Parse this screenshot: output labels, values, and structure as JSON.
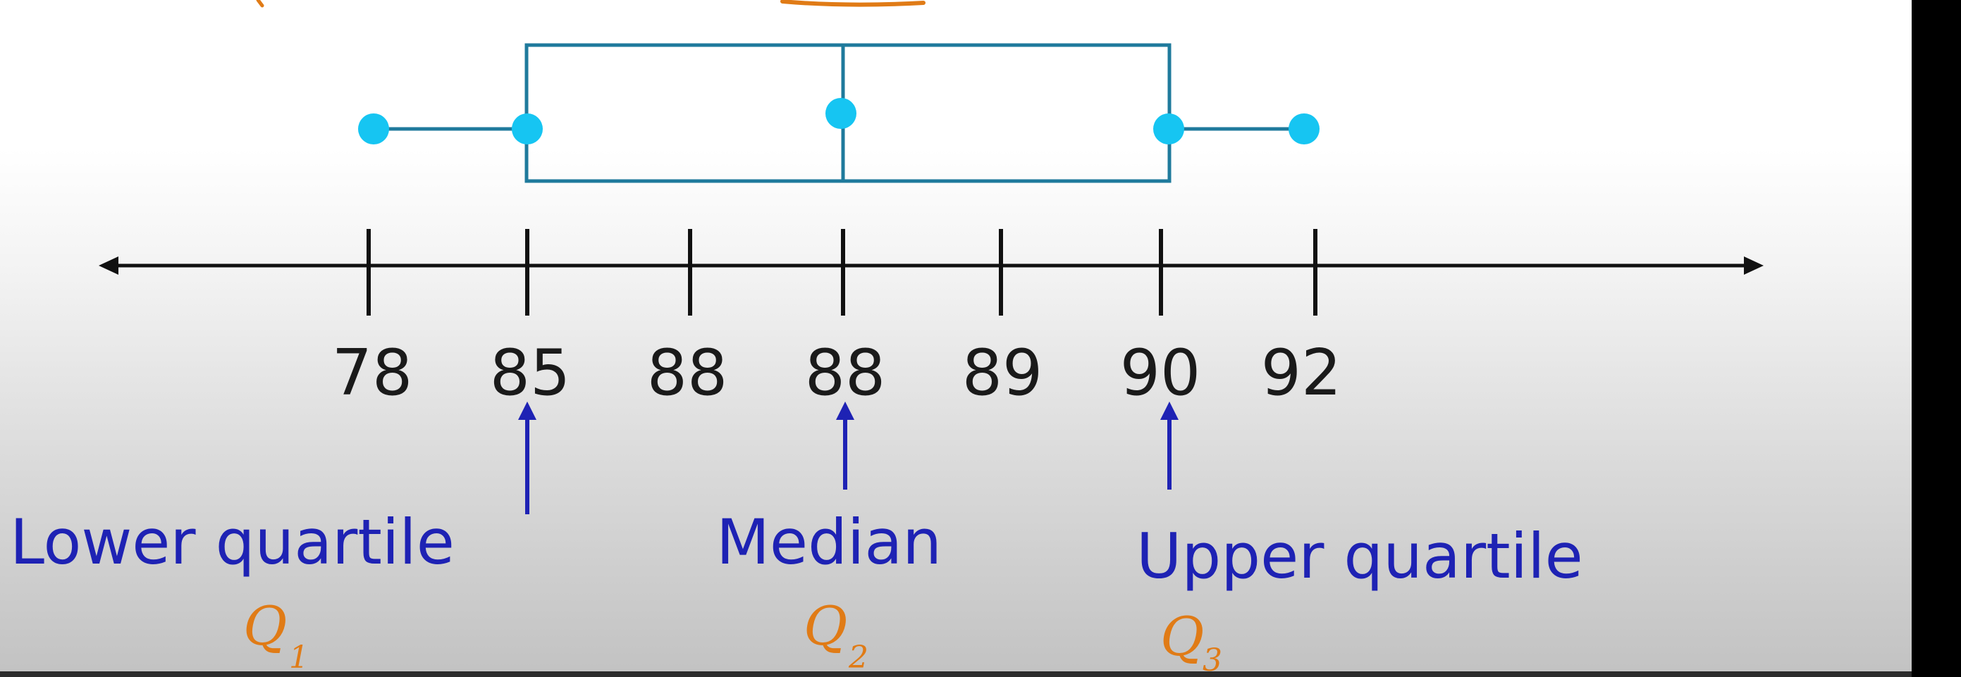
{
  "number_line": {
    "tick_labels": [
      "78",
      "85",
      "88",
      "88",
      "89",
      "90",
      "92"
    ]
  },
  "box_plot": {
    "minimum": 78,
    "lower_quartile": 85,
    "median": 88,
    "upper_quartile": 90,
    "maximum": 92
  },
  "labels": {
    "lower_quartile": "Lower quartile",
    "median": "Median",
    "upper_quartile": "Upper quartile"
  },
  "annotations": {
    "q1": {
      "letter": "Q",
      "sub": "1"
    },
    "q2": {
      "letter": "Q",
      "sub": "2"
    },
    "q3": {
      "letter": "Q",
      "sub": "3"
    }
  },
  "colors": {
    "box_stroke": "#1f7a9c",
    "dot_fill": "#16c5f2",
    "axis": "#111111",
    "label_blue": "#1e22b4",
    "annotation_orange": "#e07b16",
    "right_panel": "#000000"
  }
}
